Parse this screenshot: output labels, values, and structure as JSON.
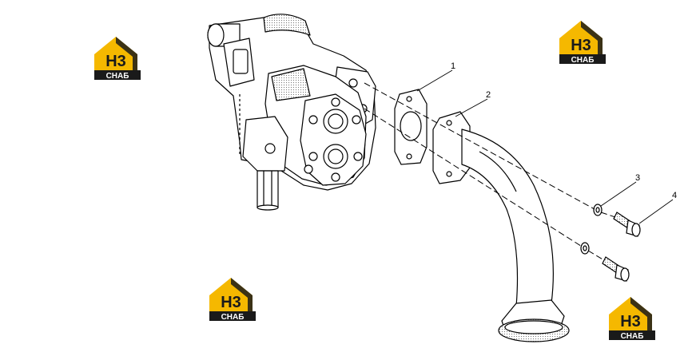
{
  "diagram": {
    "callouts": [
      {
        "id": "1",
        "label": "1"
      },
      {
        "id": "2",
        "label": "2"
      },
      {
        "id": "3",
        "label": "3"
      },
      {
        "id": "4",
        "label": "4"
      }
    ]
  },
  "watermark": {
    "mark": "Н3",
    "caption": "СНАБ",
    "colors": {
      "yellow": "#f5b800",
      "dark": "#1a1a1a",
      "white": "#ffffff"
    }
  }
}
